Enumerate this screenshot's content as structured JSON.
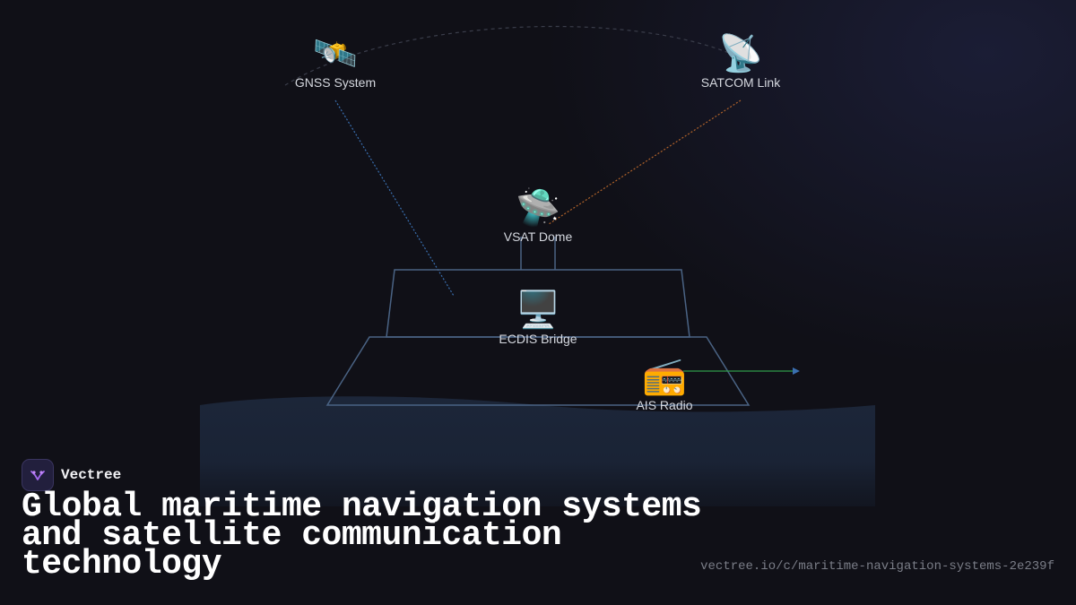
{
  "brand": {
    "name": "Vectree"
  },
  "title": "Global maritime navigation systems and satellite communication technology",
  "url": "vectree.io/c/maritime-navigation-systems-2e239f",
  "nodes": {
    "gnss": {
      "label": "GNSS System",
      "emoji": "🛰️",
      "icon": "satellite-icon"
    },
    "satcom": {
      "label": "SATCOM Link",
      "emoji": "📡",
      "icon": "satellite-dish-icon"
    },
    "vsat": {
      "label": "VSAT Dome",
      "emoji": "🛸",
      "icon": "dome-icon"
    },
    "ecdis": {
      "label": "ECDIS Bridge",
      "emoji": "🖥️",
      "icon": "monitor-icon"
    },
    "ais": {
      "label": "AIS Radio",
      "emoji": "📻",
      "icon": "radio-icon"
    }
  },
  "colors": {
    "background": "#101017",
    "ship_outline": "#4a6384",
    "hull_fill": "#1b2538",
    "gnss_link": "#3a6fb0",
    "satcom_link": "#b0622a",
    "ais_signal": "#2f9a4a",
    "orbit_arc": "#3a3d4a"
  }
}
